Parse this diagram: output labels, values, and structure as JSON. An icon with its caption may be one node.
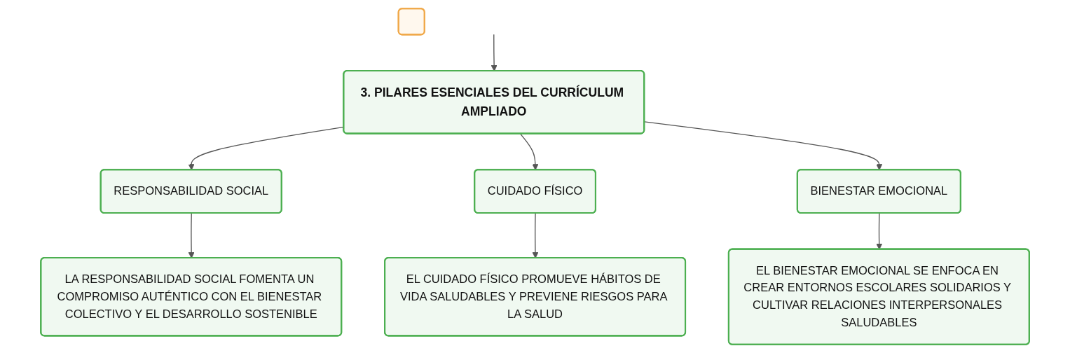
{
  "diagram": {
    "nodes": [
      {
        "text": [
          "3. PILARES ESENCIALES DEL CURRÍCULUM AMPLIADO"
        ]
      },
      {
        "text": [
          "RESPONSABILIDAD SOCIAL"
        ]
      },
      {
        "text": [
          "CUIDADO FÍSICO"
        ]
      },
      {
        "text": [
          "BIENESTAR EMOCIONAL"
        ]
      },
      {
        "text": [
          "LA RESPONSABILIDAD SOCIAL FOMENTA UN COMPROMISO AUTÉNTICO CON EL BIENESTAR COLECTIVO Y EL DESARROLLO SOSTENIBLE"
        ]
      },
      {
        "text": [
          "EL CUIDADO FÍSICO PROMUEVE HÁBITOS DE VIDA SALUDABLES Y PREVIENE RIESGOS PARA LA SALUD"
        ]
      },
      {
        "text": [
          "EL BIENESTAR EMOCIONAL SE ENFOCA EN CREAR ENTORNOS ESCOLARES SOLIDARIOS Y CULTIVAR RELACIONES INTERPERSONALES SALUDABLES"
        ]
      },
      {
        "text": [],
        "shape": "box"
      }
    ],
    "edges": [
      {
        "from": null,
        "to": 0,
        "arrow": "to"
      },
      {
        "from": 0,
        "to": 1,
        "arrow": "to"
      },
      {
        "from": 0,
        "to": 2,
        "arrow": "to"
      },
      {
        "from": 0,
        "to": 3,
        "arrow": "to"
      },
      {
        "from": 1,
        "to": 4,
        "arrow": "to"
      },
      {
        "from": 2,
        "to": 5,
        "arrow": "to"
      },
      {
        "from": 3,
        "to": 6,
        "arrow": "to"
      }
    ]
  }
}
